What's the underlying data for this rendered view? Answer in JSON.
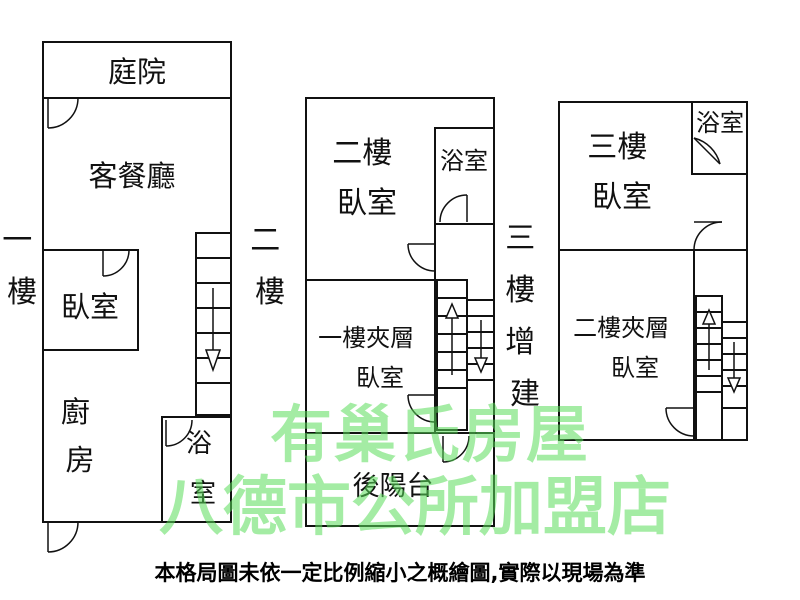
{
  "floor1": {
    "side_label": "一樓",
    "courtyard": "庭院",
    "living_dining": "客餐廳",
    "bedroom": "臥室",
    "kitchen": "廚房",
    "bathroom": "浴室"
  },
  "floor2": {
    "side_label": "二樓",
    "bedroom": "二樓臥室",
    "bathroom": "浴室",
    "mezzanine_bedroom": "一樓夾層臥室",
    "rear_balcony": "後陽台"
  },
  "floor3": {
    "side_label": "三樓增建",
    "bedroom": "三樓臥室",
    "bathroom": "浴室",
    "mezzanine_bedroom": "二樓夾層臥室"
  },
  "watermark": {
    "line1": "有巢氏房屋",
    "line2": "八德市公所加盟店"
  },
  "disclaimer": "本格局圖未依一定比例縮小之概繪圖,實際以現場為準"
}
